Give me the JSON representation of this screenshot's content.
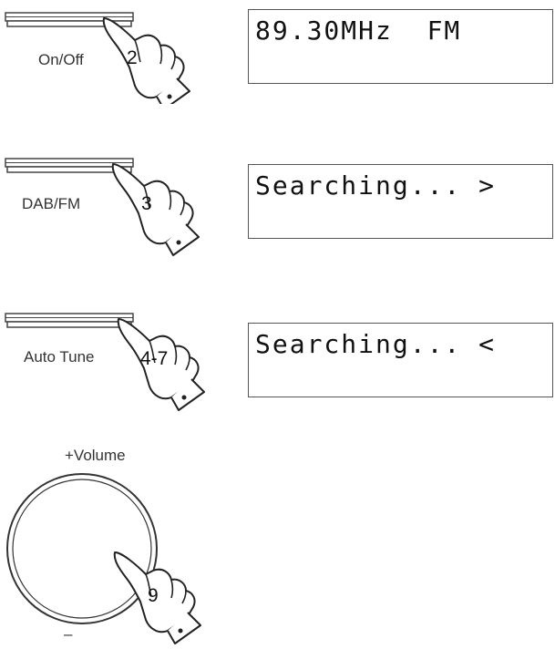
{
  "steps": [
    {
      "button_label": "On/Off",
      "step_number": "2",
      "display_text": "89.30MHz  FM"
    },
    {
      "button_label": "DAB/FM",
      "step_number": "3",
      "display_text": "Searching... >"
    },
    {
      "button_label": "Auto Tune",
      "step_number": "4-7",
      "display_text": "Searching... <"
    }
  ],
  "volume": {
    "plus_label": "+Volume",
    "minus_label": "–",
    "step_number": "9"
  },
  "icons": {
    "button": "push-button-icon",
    "hand": "pointing-hand-icon",
    "knob": "volume-knob-icon"
  }
}
